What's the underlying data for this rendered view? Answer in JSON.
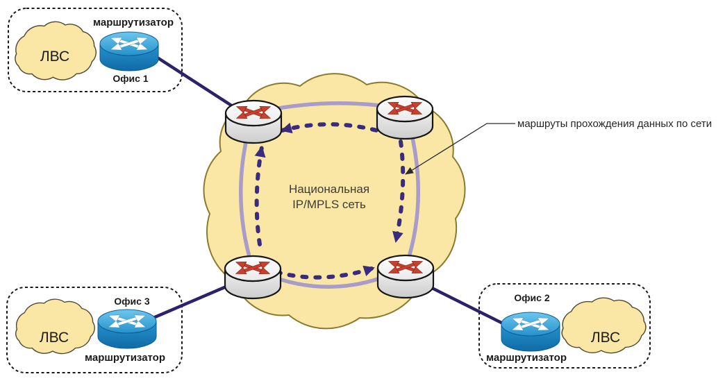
{
  "central_cloud": {
    "label_line1": "Национальная",
    "label_line2": "IP/MPLS сеть"
  },
  "route_annotation": {
    "label": "маршруты прохождения данных по сети"
  },
  "offices": [
    {
      "name": "Офис 1",
      "lan_label": "ЛВС",
      "router_label": "маршрутизатор"
    },
    {
      "name": "Офис 2",
      "lan_label": "ЛВС",
      "router_label": "маршрутизатор"
    },
    {
      "name": "Офис 3",
      "lan_label": "ЛВС",
      "router_label": "маршрутизатор"
    }
  ],
  "colors": {
    "cloud_fill": "#FAE7A5",
    "central_cloud_stroke": "#8A7A2E",
    "physical_link": "#2E2169",
    "core_ring": "#A89CC9",
    "data_route_dashed": "#3A2B7D",
    "office_router_blue": "#2793CE",
    "core_router_arrow_red": "#C8402E"
  }
}
